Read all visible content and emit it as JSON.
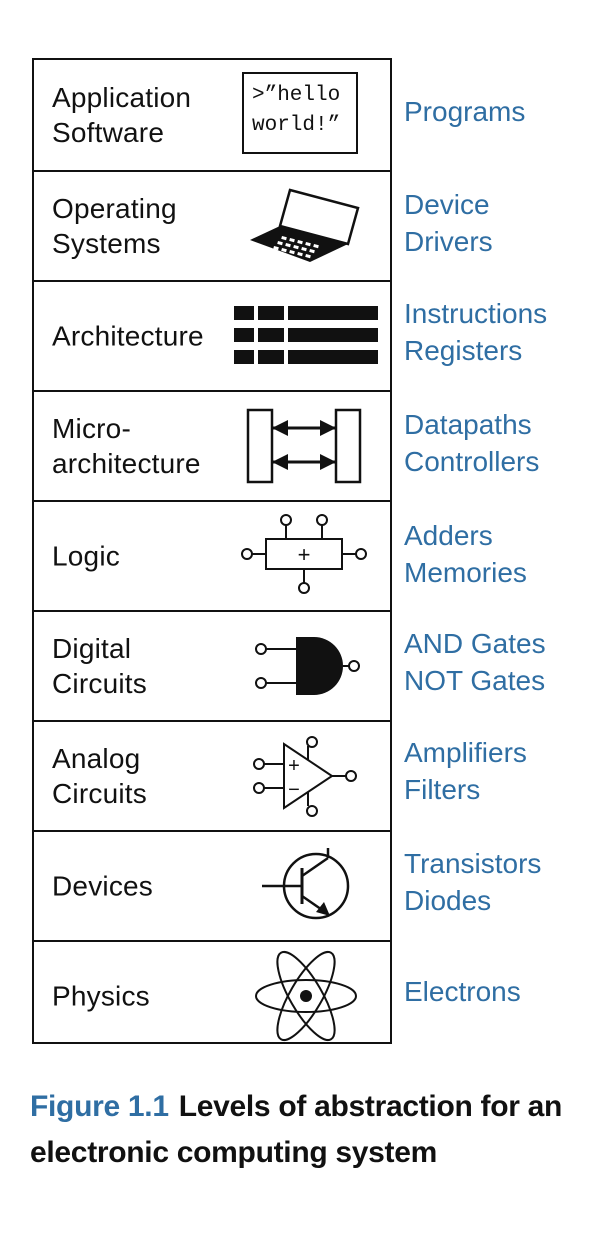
{
  "levels": [
    {
      "label": [
        "Application",
        "Software"
      ],
      "side": [
        "Programs"
      ],
      "icon": "hello-world-terminal-icon",
      "code": [
        ">”hello",
        "world!”"
      ]
    },
    {
      "label": [
        "Operating",
        "Systems"
      ],
      "side": [
        "Device",
        "Drivers"
      ],
      "icon": "laptop-icon"
    },
    {
      "label": [
        "Architecture"
      ],
      "side": [
        "Instructions",
        "Registers"
      ],
      "icon": "instruction-format-icon"
    },
    {
      "label": [
        "Micro-",
        "architecture"
      ],
      "side": [
        "Datapaths",
        "Controllers"
      ],
      "icon": "datapath-icon"
    },
    {
      "label": [
        "Logic"
      ],
      "side": [
        "Adders",
        "Memories"
      ],
      "icon": "adder-icon",
      "symbol": "+"
    },
    {
      "label": [
        "Digital",
        "Circuits"
      ],
      "side": [
        "AND Gates",
        "NOT Gates"
      ],
      "icon": "and-gate-icon"
    },
    {
      "label": [
        "Analog",
        "Circuits"
      ],
      "side": [
        "Amplifiers",
        "Filters"
      ],
      "icon": "op-amp-icon",
      "plus": "+",
      "minus": "−"
    },
    {
      "label": [
        "Devices"
      ],
      "side": [
        "Transistors",
        "Diodes"
      ],
      "icon": "transistor-icon"
    },
    {
      "label": [
        "Physics"
      ],
      "side": [
        "Electrons"
      ],
      "icon": "atom-icon"
    }
  ],
  "caption": {
    "figure": "Figure 1.1",
    "text": "Levels of abstraction for an electronic computing system"
  },
  "colors": {
    "accent": "#2f6ea3",
    "ink": "#111111"
  }
}
